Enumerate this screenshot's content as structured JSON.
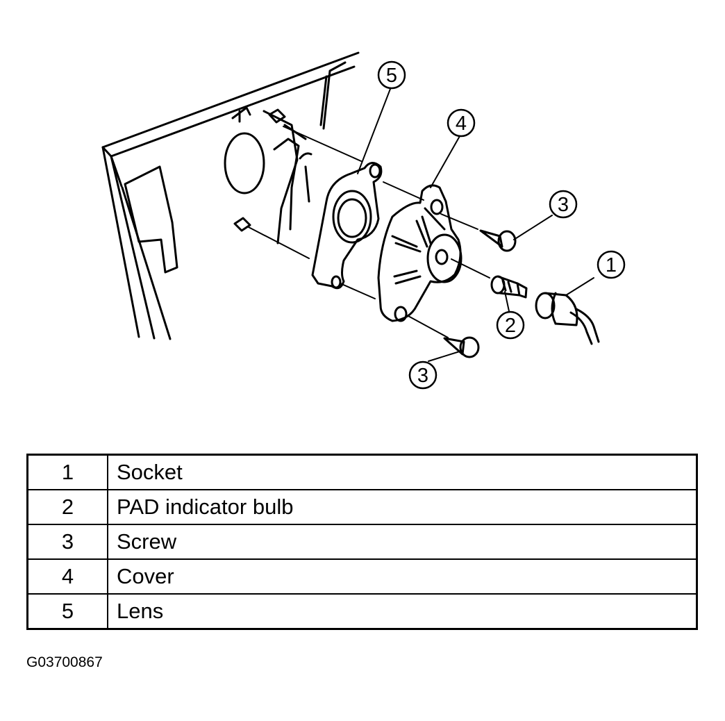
{
  "callouts": [
    {
      "id": "1",
      "label": "1"
    },
    {
      "id": "2",
      "label": "2"
    },
    {
      "id": "3a",
      "label": "3"
    },
    {
      "id": "3b",
      "label": "3"
    },
    {
      "id": "4",
      "label": "4"
    },
    {
      "id": "5",
      "label": "5"
    }
  ],
  "legend": [
    {
      "number": "1",
      "description": "Socket"
    },
    {
      "number": "2",
      "description": "PAD indicator bulb"
    },
    {
      "number": "3",
      "description": "Screw"
    },
    {
      "number": "4",
      "description": "Cover"
    },
    {
      "number": "5",
      "description": "Lens"
    }
  ],
  "figure_code": "G03700867"
}
